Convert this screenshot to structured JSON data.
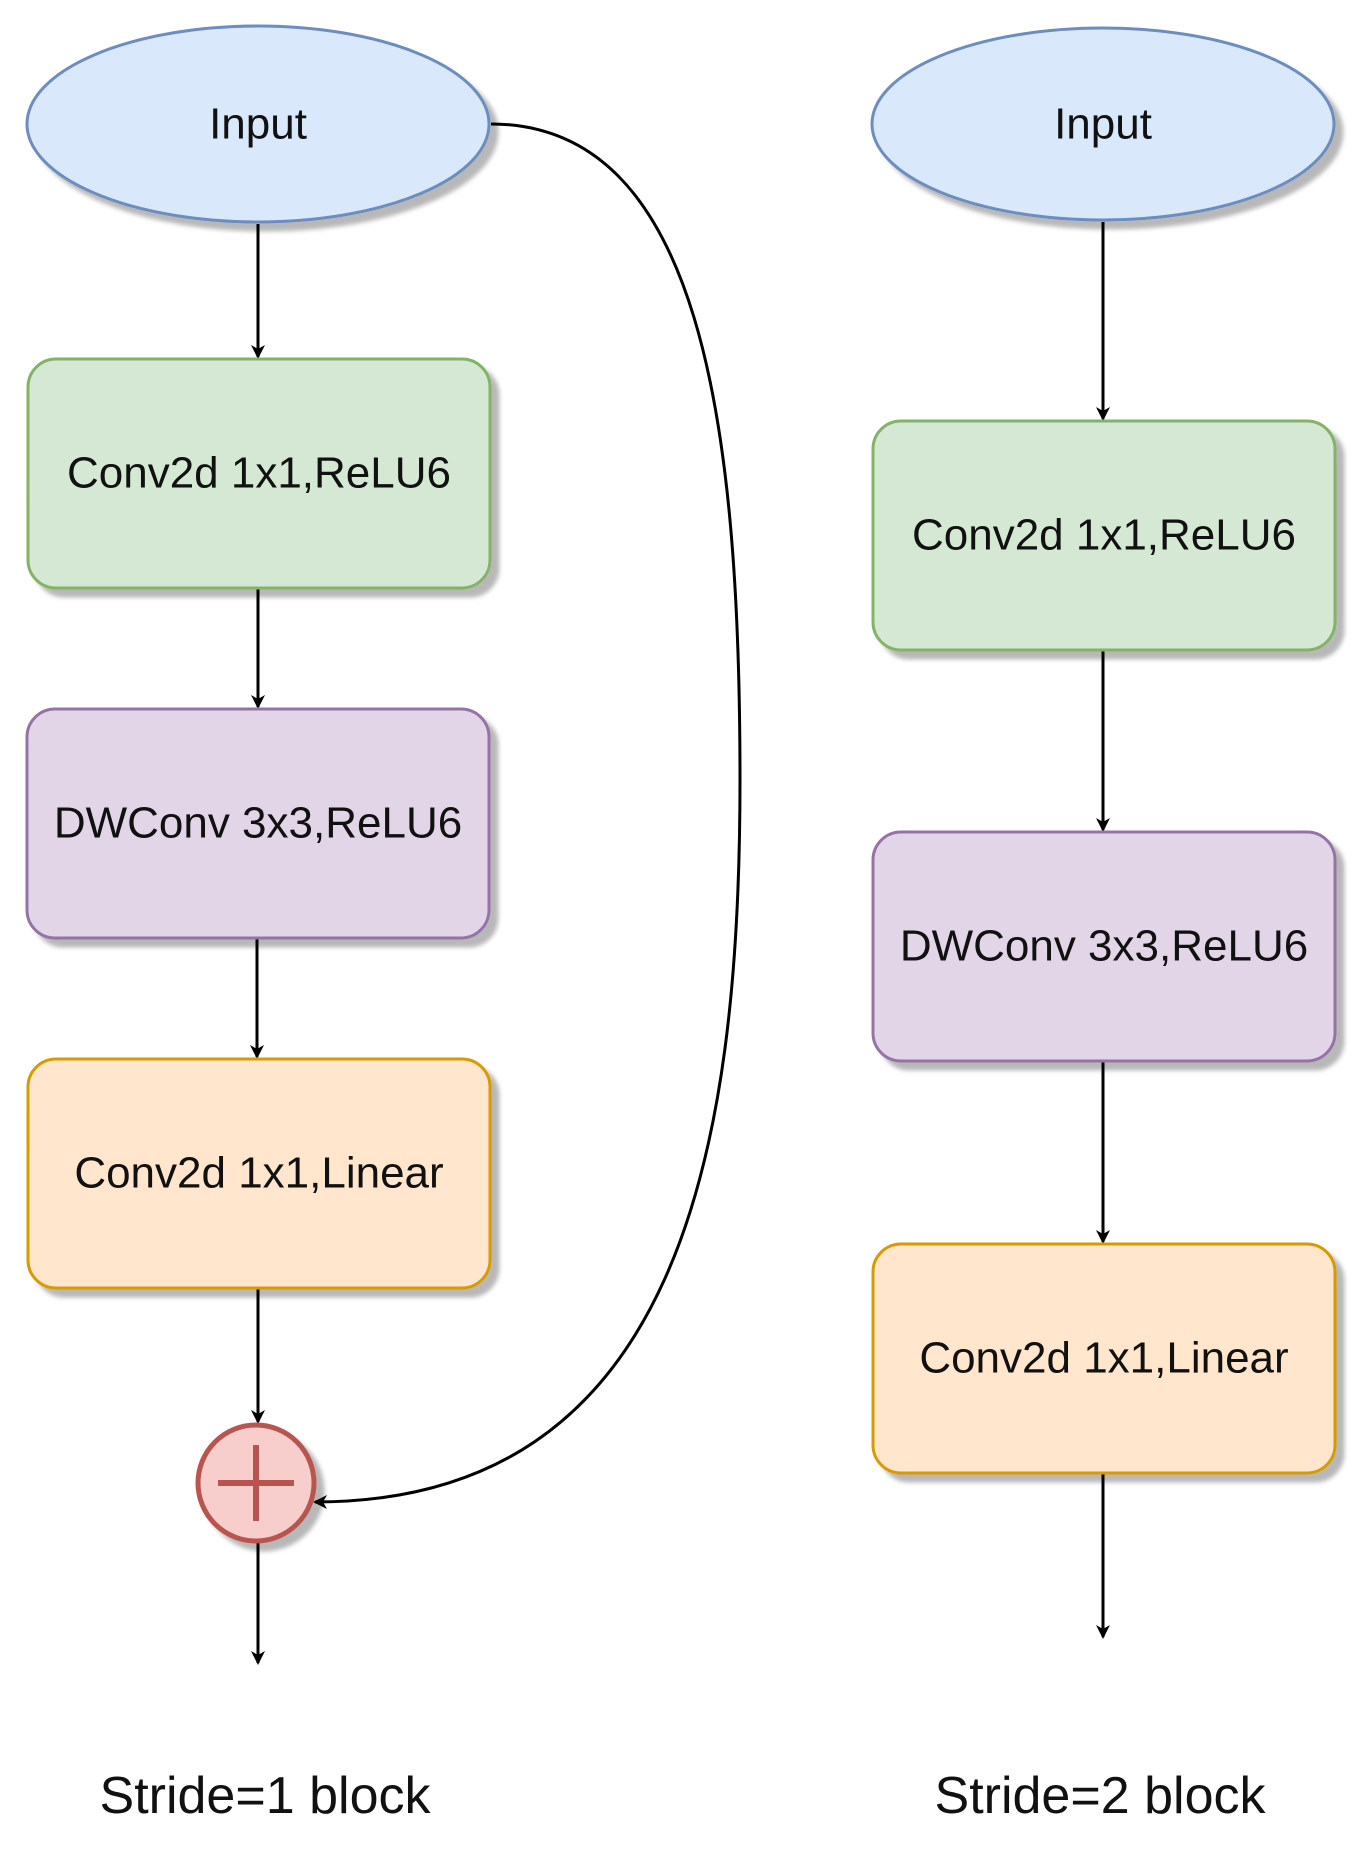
{
  "colors": {
    "input_fill": "#dae8fc",
    "input_stroke": "#6c8ebf",
    "conv_relu_fill": "#d5e8d4",
    "conv_relu_stroke": "#82b366",
    "dwconv_fill": "#e1d5e7",
    "dwconv_stroke": "#9673a6",
    "conv_linear_fill": "#ffe6cc",
    "conv_linear_stroke": "#d79b00",
    "add_fill": "#f8cecc",
    "add_stroke": "#b85450",
    "edge": "#000000"
  },
  "icons": {
    "add_node": "plus-icon"
  },
  "stride1": {
    "input": "Input",
    "conv1": "Conv2d 1x1,ReLU6",
    "dwconv": "DWConv 3x3,ReLU6",
    "conv2": "Conv2d 1x1,Linear",
    "caption": "Stride=1 block"
  },
  "stride2": {
    "input": "Input",
    "conv1": "Conv2d 1x1,ReLU6",
    "dwconv": "DWConv 3x3,ReLU6",
    "conv2": "Conv2d 1x1,Linear",
    "caption": "Stride=2 block"
  }
}
